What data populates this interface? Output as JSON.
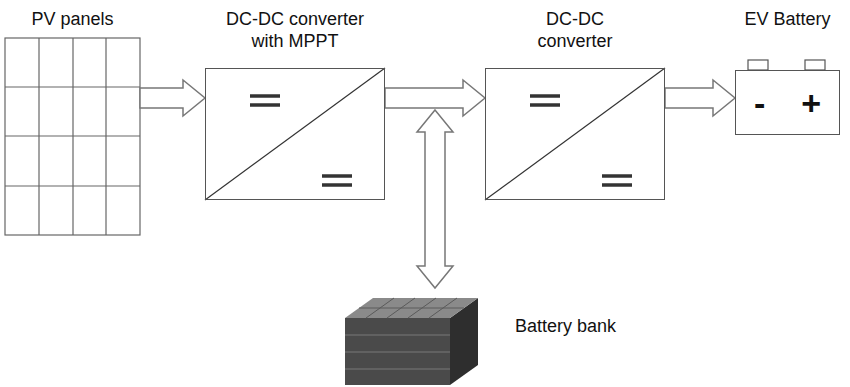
{
  "diagram": {
    "nodes": [
      {
        "text": [
          "PV panels"
        ]
      },
      {
        "text": [
          "DC-DC converter with MPPT"
        ]
      },
      {
        "text": [
          "DC-DC converter"
        ]
      },
      {
        "text": [
          "EV Battery",
          "-",
          "+"
        ]
      },
      {
        "text": [
          "Battery bank"
        ]
      }
    ],
    "edges": [
      {
        "from": 0,
        "to": 1,
        "arrow": "to"
      },
      {
        "from": 1,
        "to": 2,
        "arrow": "to"
      },
      {
        "from": 2,
        "to": 3,
        "arrow": "to"
      },
      {
        "from": 1,
        "to": 4,
        "arrow": "both"
      }
    ]
  }
}
